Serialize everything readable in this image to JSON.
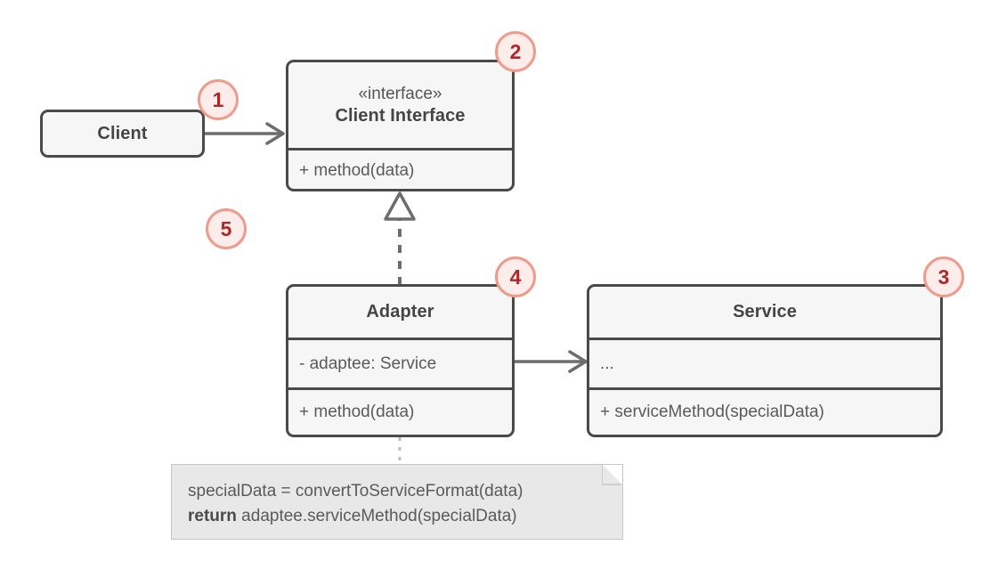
{
  "diagram": {
    "title": "Adapter design pattern UML class diagram",
    "type": "uml-class-diagram",
    "colors": {
      "box_fill": "#f6f6f6",
      "box_border": "#4a4a4a",
      "text": "#4a4a4a",
      "connector": "#6d6d6d",
      "badge_fill": "#fcecea",
      "badge_border": "#ef9a8a",
      "badge_text": "#b02727",
      "note_fill": "#e8e8e8",
      "note_border": "#c6c6c6",
      "background": "#ffffff"
    }
  },
  "classes": {
    "client": {
      "name": "Client",
      "stereotype": "",
      "members": []
    },
    "client_interface": {
      "stereotype": "«interface»",
      "name": "Client Interface",
      "members": [
        "+ method(data)"
      ]
    },
    "adapter": {
      "stereotype": "",
      "name": "Adapter",
      "attributes": [
        "- adaptee: Service"
      ],
      "members": [
        "+ method(data)"
      ]
    },
    "service": {
      "stereotype": "",
      "name": "Service",
      "attributes": [
        "..."
      ],
      "members": [
        "+ serviceMethod(specialData)"
      ]
    }
  },
  "note": {
    "line1": "specialData = convertToServiceFormat(data)",
    "line2_keyword": "return",
    "line2_rest": " adaptee.serviceMethod(specialData)"
  },
  "badges": [
    {
      "number": "1",
      "target": "client"
    },
    {
      "number": "2",
      "target": "client-interface"
    },
    {
      "number": "3",
      "target": "service"
    },
    {
      "number": "4",
      "target": "adapter"
    },
    {
      "number": "5",
      "target": "free-floating"
    }
  ],
  "relationships": [
    {
      "from": "client",
      "to": "client_interface",
      "kind": "association",
      "style": "solid-open-arrow"
    },
    {
      "from": "adapter",
      "to": "client_interface",
      "kind": "realization",
      "style": "dashed-hollow-triangle"
    },
    {
      "from": "adapter",
      "to": "service",
      "kind": "association",
      "style": "solid-open-arrow"
    },
    {
      "from": "adapter",
      "to": "note",
      "kind": "note-anchor",
      "style": "dotted"
    }
  ]
}
